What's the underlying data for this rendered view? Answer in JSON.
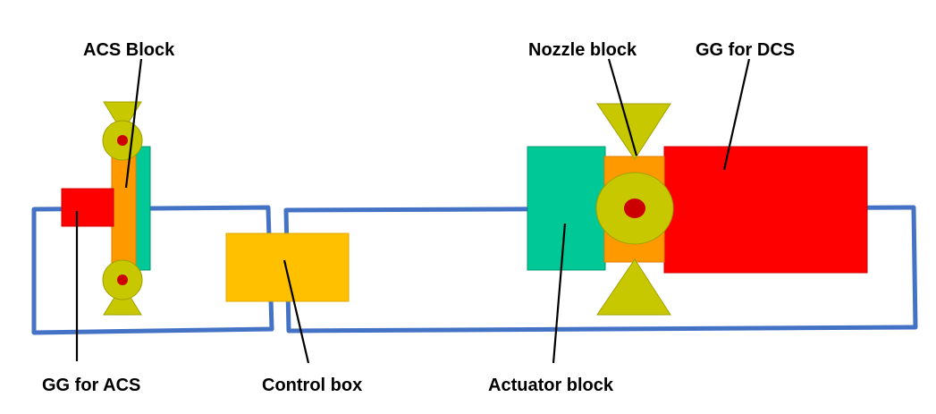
{
  "labels": {
    "acs_block": "ACS Block",
    "nozzle_block": "Nozzle block",
    "gg_for_dcs": "GG for DCS",
    "gg_for_acs": "GG for ACS",
    "control_box": "Control box",
    "actuator_block": "Actuator block"
  },
  "colors": {
    "outline": "#4472c4",
    "gg": "#ff0000",
    "acs_orange": "#ff9900",
    "teal": "#00c896",
    "control_box": "#ffc000",
    "olive": "#c8c800",
    "dot": "#cc0000"
  }
}
